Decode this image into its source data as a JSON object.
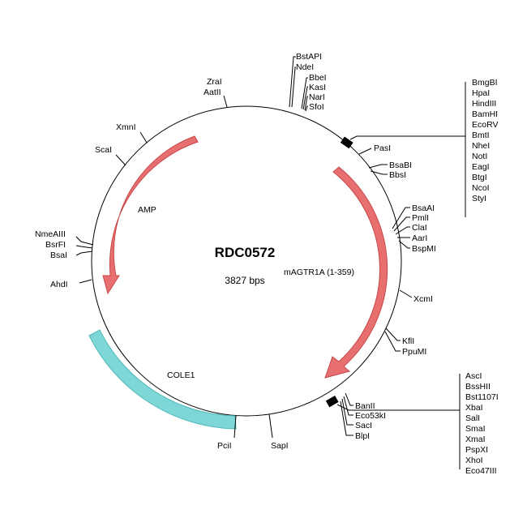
{
  "plasmid": {
    "name": "RDC0572",
    "size_label": "3827 bps",
    "length_bp": 3827
  },
  "colors": {
    "backbone": "#000000",
    "arrow_fill": "#e86f6f",
    "arrow_stroke": "#c84848",
    "cole1_fill": "#7fd6d6",
    "cole1_stroke": "#4fb8b8"
  },
  "features": [
    {
      "id": "amp",
      "label": "AMP",
      "type": "arrow",
      "direction": "ccw"
    },
    {
      "id": "magtr1a",
      "label": "mAGTR1A (1-359)",
      "type": "arrow",
      "direction": "cw"
    },
    {
      "id": "cole1",
      "label": "COLE1",
      "type": "block"
    }
  ],
  "site_groups": [
    {
      "id": "bstapi-group",
      "labels": [
        "BstAPI",
        "NdeI"
      ]
    },
    {
      "id": "bbei-group",
      "labels": [
        "BbeI",
        "KasI",
        "NarI",
        "SfoI"
      ]
    },
    {
      "id": "mcs1-group",
      "labels": [
        "BmgBI",
        "HpaI",
        "HindIII",
        "BamHI",
        "EcoRV",
        "BmtI",
        "NheI",
        "NotI",
        "EagI",
        "BtgI",
        "NcoI",
        "StyI"
      ]
    },
    {
      "id": "pasi",
      "labels": [
        "PasI"
      ]
    },
    {
      "id": "bsabi-group",
      "labels": [
        "BsaBI",
        "BbsI"
      ]
    },
    {
      "id": "bsaai-group",
      "labels": [
        "BsaAI",
        "PmlI",
        "ClaI",
        "AarI",
        "BspMI"
      ]
    },
    {
      "id": "xcmi",
      "labels": [
        "XcmI"
      ]
    },
    {
      "id": "kfli-group",
      "labels": [
        "KflI",
        "PpuMI"
      ]
    },
    {
      "id": "mcs2-group",
      "labels": [
        "AscI",
        "BssHII",
        "Bst1107I",
        "XbaI",
        "SalI",
        "SmaI",
        "XmaI",
        "PspXI",
        "XhoI",
        "Eco47III"
      ]
    },
    {
      "id": "banii-group",
      "labels": [
        "BanII",
        "Eco53kI",
        "SacI",
        "BlpI"
      ]
    },
    {
      "id": "sapi",
      "labels": [
        "SapI"
      ]
    },
    {
      "id": "pcii",
      "labels": [
        "PciI"
      ]
    },
    {
      "id": "ahdi",
      "labels": [
        "AhdI"
      ]
    },
    {
      "id": "nmeaiii-group",
      "labels": [
        "NmeAIII",
        "BsrFI",
        "BsaI"
      ]
    },
    {
      "id": "scai",
      "labels": [
        "ScaI"
      ]
    },
    {
      "id": "xmni",
      "labels": [
        "XmnI"
      ]
    },
    {
      "id": "zrai-group",
      "labels": [
        "ZraI",
        "AatII"
      ]
    }
  ]
}
